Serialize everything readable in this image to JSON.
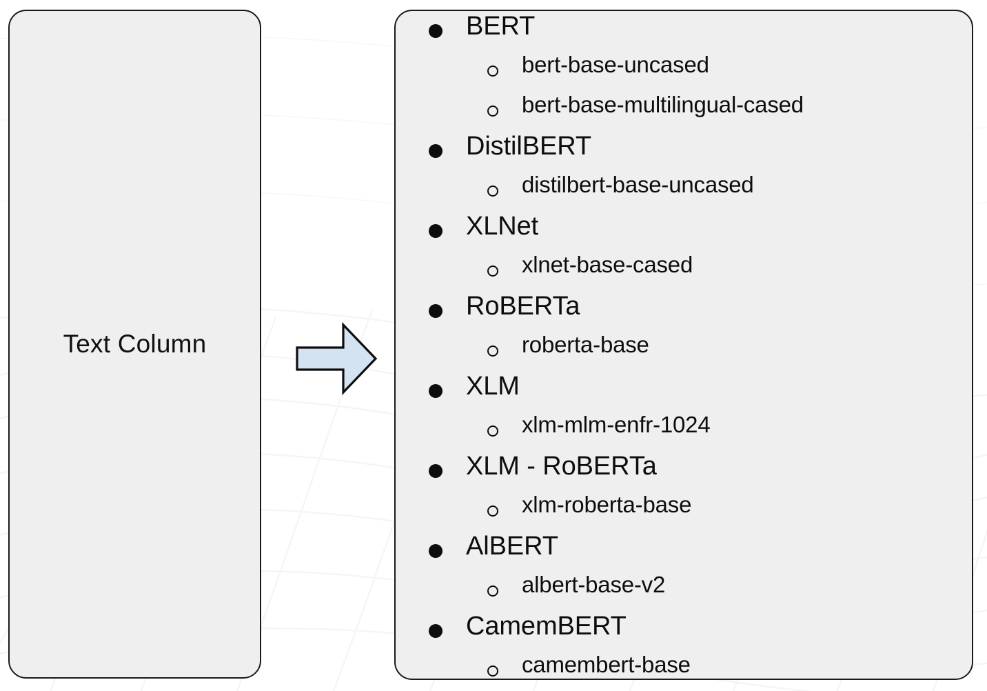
{
  "slide": {
    "background_color": "#ffffff",
    "box_fill_color": "#efefef",
    "box_border_color": "#1a1a1a",
    "text_color": "#0d0d0d",
    "arrow_fill_color": "#d4e3f2",
    "arrow_border_color": "#0d0d0d"
  },
  "source_box": {
    "label": "Text Column"
  },
  "arrow": {
    "icon": "right-block-arrow-icon",
    "direction": "right"
  },
  "models_box": {
    "items": [
      {
        "level": 1,
        "label": "BERT",
        "bullet": "filled-disc"
      },
      {
        "level": 2,
        "label": "bert-base-uncased",
        "bullet": "hollow-circle"
      },
      {
        "level": 2,
        "label": "bert-base-multilingual-cased",
        "bullet": "hollow-circle"
      },
      {
        "level": 1,
        "label": "DistilBERT",
        "bullet": "filled-disc"
      },
      {
        "level": 2,
        "label": "distilbert-base-uncased",
        "bullet": "hollow-circle"
      },
      {
        "level": 1,
        "label": "XLNet",
        "bullet": "filled-disc"
      },
      {
        "level": 2,
        "label": "xlnet-base-cased",
        "bullet": "hollow-circle"
      },
      {
        "level": 1,
        "label": "RoBERTa",
        "bullet": "filled-disc"
      },
      {
        "level": 2,
        "label": "roberta-base",
        "bullet": "hollow-circle"
      },
      {
        "level": 1,
        "label": "XLM",
        "bullet": "filled-disc"
      },
      {
        "level": 2,
        "label": "xlm-mlm-enfr-1024",
        "bullet": "hollow-circle"
      },
      {
        "level": 1,
        "label": "XLM - RoBERTa",
        "bullet": "filled-disc"
      },
      {
        "level": 2,
        "label": "xlm-roberta-base",
        "bullet": "hollow-circle"
      },
      {
        "level": 1,
        "label": "AlBERT",
        "bullet": "filled-disc"
      },
      {
        "level": 2,
        "label": "albert-base-v2",
        "bullet": "hollow-circle"
      },
      {
        "level": 1,
        "label": "CamemBERT",
        "bullet": "filled-disc"
      },
      {
        "level": 2,
        "label": "camembert-base",
        "bullet": "hollow-circle"
      }
    ]
  }
}
